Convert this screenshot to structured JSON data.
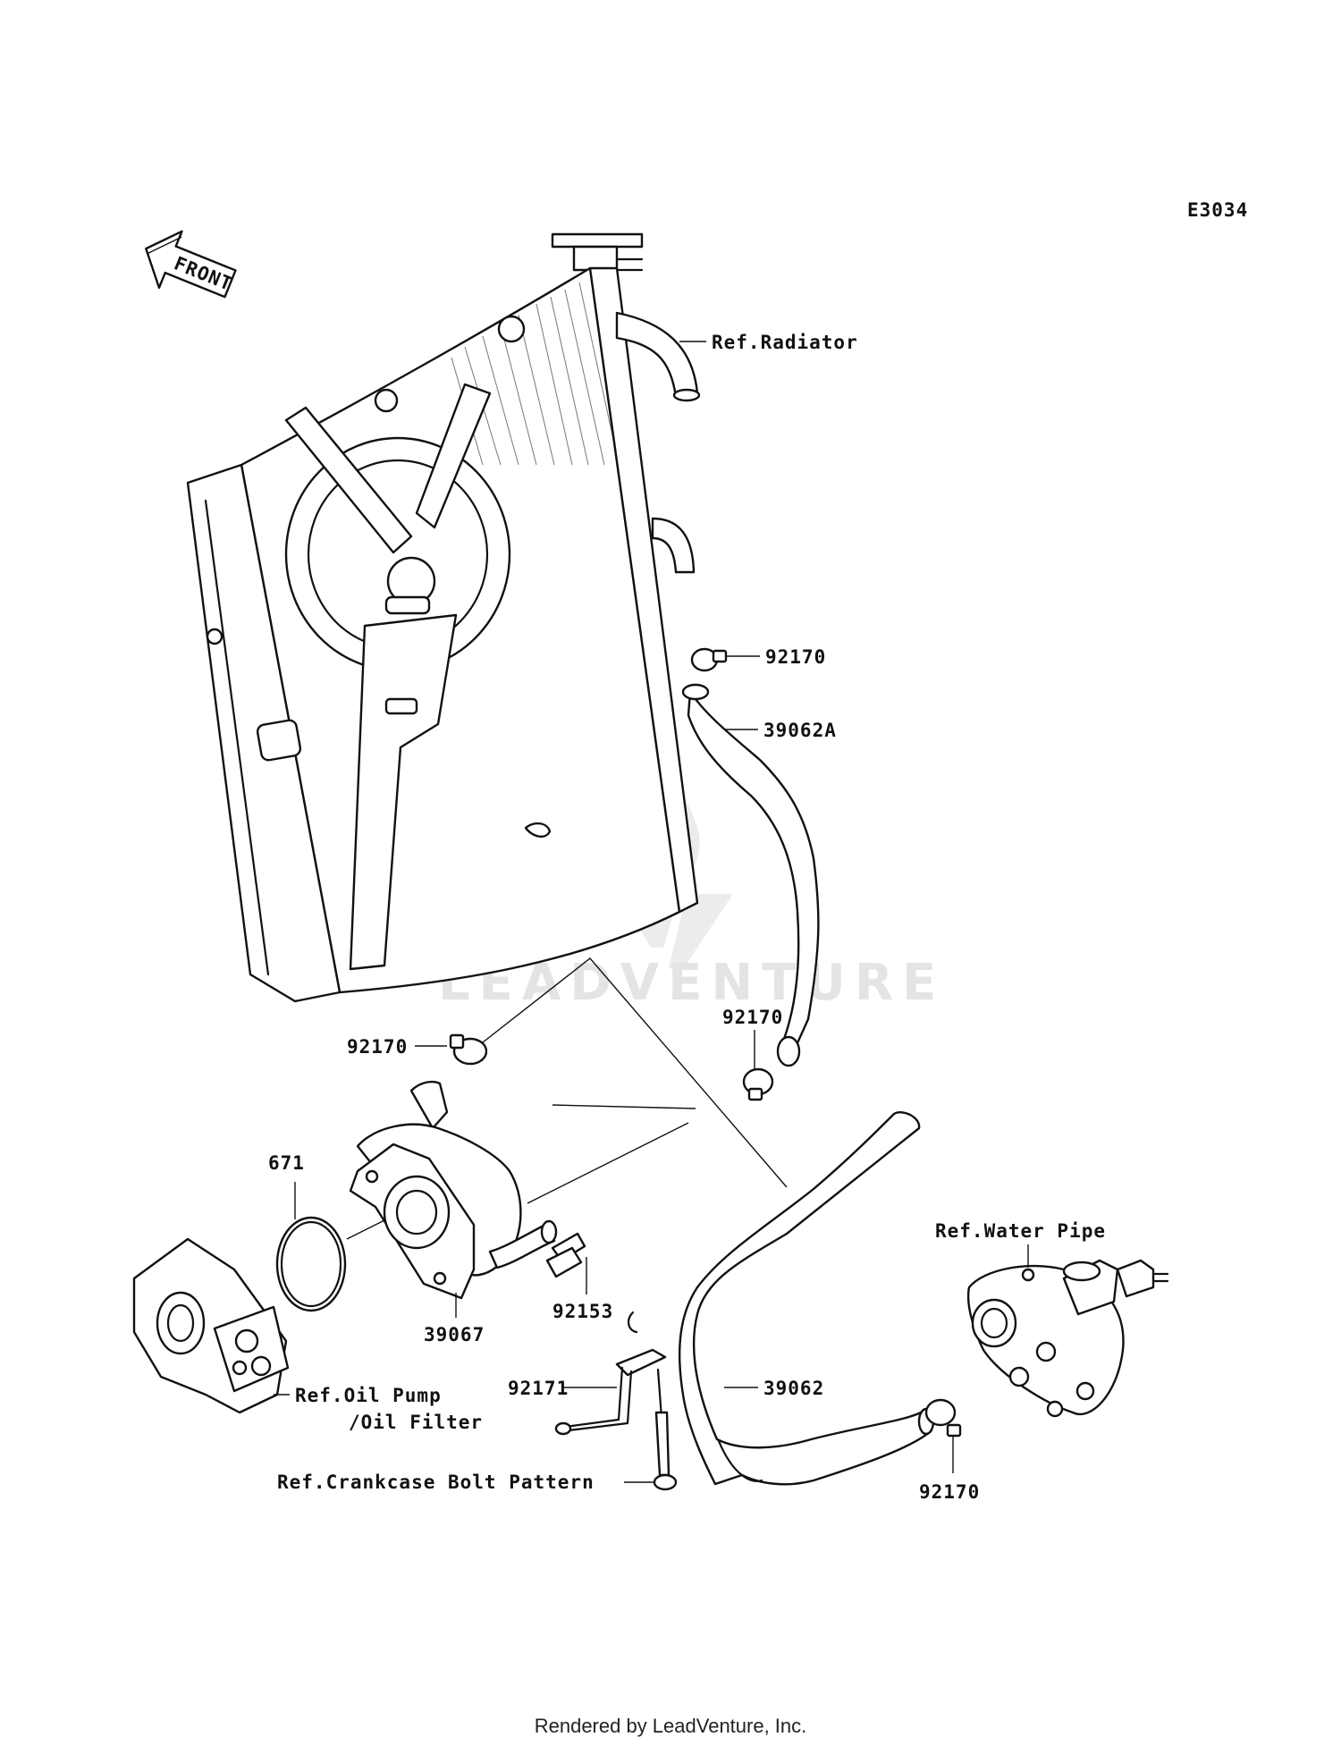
{
  "diagram_code": "E3034",
  "front_label": "FRONT",
  "watermark": {
    "brand": "LEADVENTURE"
  },
  "callouts": [
    {
      "id": "ref-radiator",
      "text": "Ref.Radiator"
    },
    {
      "id": "92170-top",
      "text": "92170"
    },
    {
      "id": "39062a",
      "text": "39062A"
    },
    {
      "id": "92170-mid-right",
      "text": "92170"
    },
    {
      "id": "92170-left",
      "text": "92170"
    },
    {
      "id": "671",
      "text": "671"
    },
    {
      "id": "ref-water-pipe",
      "text": "Ref.Water Pipe"
    },
    {
      "id": "39067",
      "text": "39067"
    },
    {
      "id": "92153",
      "text": "92153"
    },
    {
      "id": "92171",
      "text": "92171"
    },
    {
      "id": "39062",
      "text": "39062"
    },
    {
      "id": "ref-oil-pump",
      "text": "Ref.Oil Pump"
    },
    {
      "id": "oil-filter",
      "text": "/Oil Filter"
    },
    {
      "id": "ref-crankcase",
      "text": "Ref.Crankcase Bolt Pattern"
    },
    {
      "id": "92170-bottom",
      "text": "92170"
    }
  ],
  "footer": "Rendered by LeadVenture, Inc."
}
